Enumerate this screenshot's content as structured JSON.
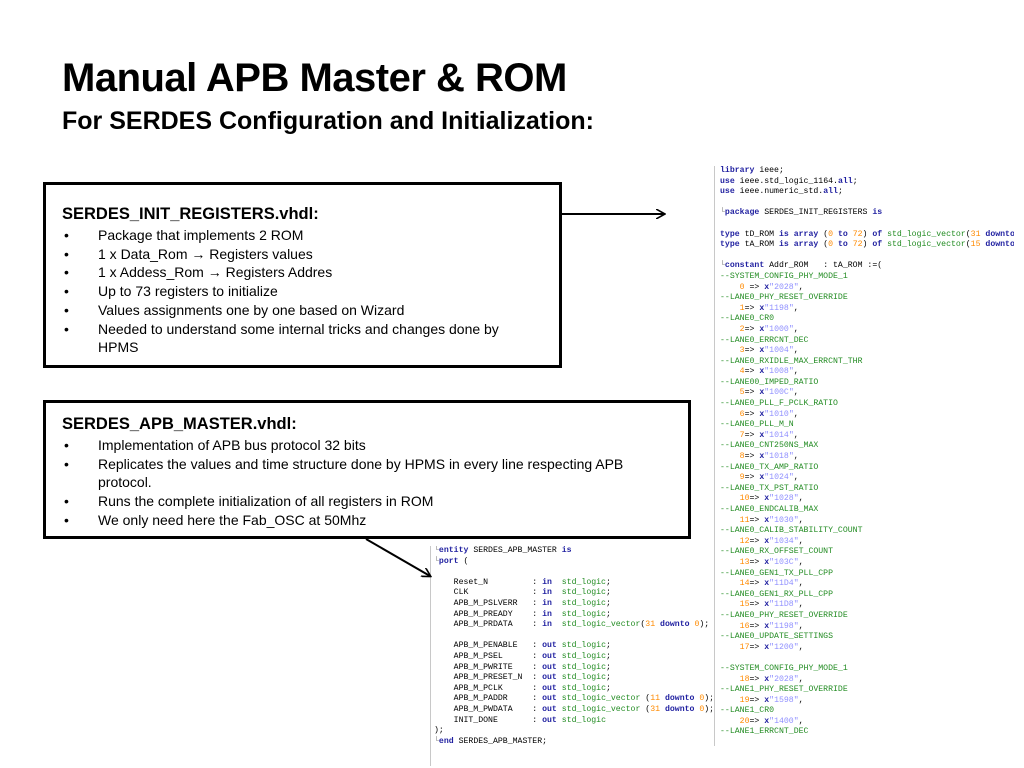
{
  "slide": {
    "title": "Manual APB Master & ROM",
    "subtitle": "For SERDES Configuration and Initialization:"
  },
  "box1": {
    "heading": "SERDES_INIT_REGISTERS.vhdl:",
    "bullets": [
      "Package that implements 2 ROM",
      "1 x Data_Rom → Registers values",
      "1 x Addess_Rom → Registers Addres",
      "Up to 73 registers to initialize",
      "Values assignments one by one based on Wizard",
      "Needed to understand some internal tricks and changes done by HPMS"
    ]
  },
  "box2": {
    "heading": "SERDES_APB_MASTER.vhdl:",
    "bullets": [
      "Implementation of APB bus protocol 32 bits",
      "Replicates the values and time structure done by HPMS in every line respecting APB protocol.",
      "Runs the complete initialization of all registers in ROM",
      "We only need here the Fab_OSC at 50Mhz"
    ]
  },
  "bullet_symbol": "•",
  "colors": {
    "keyword": "#1f1fa0",
    "comment": "#238c23",
    "number": "#ff8a00",
    "string": "#9090ff"
  },
  "rom_code": [
    [
      [
        "kw",
        "library"
      ],
      [
        "t",
        " ieee;"
      ]
    ],
    [
      [
        "kw",
        "use"
      ],
      [
        "t",
        " ieee.std_logic_1164."
      ],
      [
        "kw",
        "all"
      ],
      [
        "t",
        ";"
      ]
    ],
    [
      [
        "kw",
        "use"
      ],
      [
        "t",
        " ieee.numeric_std."
      ],
      [
        "kw",
        "all"
      ],
      [
        "t",
        ";"
      ]
    ],
    [],
    [
      [
        "fold",
        "└"
      ],
      [
        "kw",
        "package"
      ],
      [
        "t",
        " SERDES_INIT_REGISTERS "
      ],
      [
        "kw",
        "is"
      ]
    ],
    [],
    [
      [
        "kw",
        "type"
      ],
      [
        "t",
        " tD_ROM "
      ],
      [
        "kw",
        "is array"
      ],
      [
        "t",
        " ("
      ],
      [
        "num",
        "0"
      ],
      [
        "t",
        " "
      ],
      [
        "kw",
        "to"
      ],
      [
        "t",
        " "
      ],
      [
        "num",
        "72"
      ],
      [
        "t",
        ") "
      ],
      [
        "kw",
        "of"
      ],
      [
        "t",
        " "
      ],
      [
        "cm",
        "std_logic_vector"
      ],
      [
        "t",
        "("
      ],
      [
        "num",
        "31"
      ],
      [
        "t",
        " "
      ],
      [
        "kw",
        "downto"
      ],
      [
        "t",
        " "
      ],
      [
        "num",
        "0"
      ],
      [
        "t",
        ");"
      ]
    ],
    [
      [
        "kw",
        "type"
      ],
      [
        "t",
        " tA_ROM "
      ],
      [
        "kw",
        "is array"
      ],
      [
        "t",
        " ("
      ],
      [
        "num",
        "0"
      ],
      [
        "t",
        " "
      ],
      [
        "kw",
        "to"
      ],
      [
        "t",
        " "
      ],
      [
        "num",
        "72"
      ],
      [
        "t",
        ") "
      ],
      [
        "kw",
        "of"
      ],
      [
        "t",
        " "
      ],
      [
        "cm",
        "std_logic_vector"
      ],
      [
        "t",
        "("
      ],
      [
        "num",
        "15"
      ],
      [
        "t",
        " "
      ],
      [
        "kw",
        "downto"
      ],
      [
        "t",
        " "
      ],
      [
        "num",
        "0"
      ],
      [
        "t",
        ");"
      ]
    ],
    [],
    [
      [
        "fold",
        "└"
      ],
      [
        "kw",
        "constant"
      ],
      [
        "t",
        " Addr_ROM   : tA_ROM :=("
      ]
    ],
    [
      [
        "cm",
        "--SYSTEM_CONFIG_PHY_MODE_1"
      ]
    ],
    [
      [
        "t",
        "    "
      ],
      [
        "num",
        "0"
      ],
      [
        "t",
        " => "
      ],
      [
        "kw",
        "x"
      ],
      [
        "str",
        "\"2028\""
      ],
      [
        "t",
        ","
      ]
    ],
    [
      [
        "cm",
        "--LANE0_PHY_RESET_OVERRIDE"
      ]
    ],
    [
      [
        "t",
        "    "
      ],
      [
        "num",
        "1"
      ],
      [
        "t",
        "=> "
      ],
      [
        "kw",
        "x"
      ],
      [
        "str",
        "\"1198\""
      ],
      [
        "t",
        ","
      ]
    ],
    [
      [
        "cm",
        "--LANE0_CR0"
      ]
    ],
    [
      [
        "t",
        "    "
      ],
      [
        "num",
        "2"
      ],
      [
        "t",
        "=> "
      ],
      [
        "kw",
        "x"
      ],
      [
        "str",
        "\"1000\""
      ],
      [
        "t",
        ","
      ]
    ],
    [
      [
        "cm",
        "--LANE0_ERRCNT_DEC"
      ]
    ],
    [
      [
        "t",
        "    "
      ],
      [
        "num",
        "3"
      ],
      [
        "t",
        "=> "
      ],
      [
        "kw",
        "x"
      ],
      [
        "str",
        "\"1004\""
      ],
      [
        "t",
        ","
      ]
    ],
    [
      [
        "cm",
        "--LANE0_RXIDLE_MAX_ERRCNT_THR"
      ]
    ],
    [
      [
        "t",
        "    "
      ],
      [
        "num",
        "4"
      ],
      [
        "t",
        "=> "
      ],
      [
        "kw",
        "x"
      ],
      [
        "str",
        "\"1008\""
      ],
      [
        "t",
        ","
      ]
    ],
    [
      [
        "cm",
        "--LANE00_IMPED_RATIO"
      ]
    ],
    [
      [
        "t",
        "    "
      ],
      [
        "num",
        "5"
      ],
      [
        "t",
        "=> "
      ],
      [
        "kw",
        "x"
      ],
      [
        "str",
        "\"100C\""
      ],
      [
        "t",
        ","
      ]
    ],
    [
      [
        "cm",
        "--LANE0_PLL_F_PCLK_RATIO"
      ]
    ],
    [
      [
        "t",
        "    "
      ],
      [
        "num",
        "6"
      ],
      [
        "t",
        "=> "
      ],
      [
        "kw",
        "x"
      ],
      [
        "str",
        "\"1010\""
      ],
      [
        "t",
        ","
      ]
    ],
    [
      [
        "cm",
        "--LANE0_PLL_M_N"
      ]
    ],
    [
      [
        "t",
        "    "
      ],
      [
        "num",
        "7"
      ],
      [
        "t",
        "=> "
      ],
      [
        "kw",
        "x"
      ],
      [
        "str",
        "\"1014\""
      ],
      [
        "t",
        ","
      ]
    ],
    [
      [
        "cm",
        "--LANE0_CNT250NS_MAX"
      ]
    ],
    [
      [
        "t",
        "    "
      ],
      [
        "num",
        "8"
      ],
      [
        "t",
        "=> "
      ],
      [
        "kw",
        "x"
      ],
      [
        "str",
        "\"1018\""
      ],
      [
        "t",
        ","
      ]
    ],
    [
      [
        "cm",
        "--LANE0_TX_AMP_RATIO"
      ]
    ],
    [
      [
        "t",
        "    "
      ],
      [
        "num",
        "9"
      ],
      [
        "t",
        "=> "
      ],
      [
        "kw",
        "x"
      ],
      [
        "str",
        "\"1024\""
      ],
      [
        "t",
        ","
      ]
    ],
    [
      [
        "cm",
        "--LANE0_TX_PST_RATIO"
      ]
    ],
    [
      [
        "t",
        "    "
      ],
      [
        "num",
        "10"
      ],
      [
        "t",
        "=> "
      ],
      [
        "kw",
        "x"
      ],
      [
        "str",
        "\"1028\""
      ],
      [
        "t",
        ","
      ]
    ],
    [
      [
        "cm",
        "--LANE0_ENDCALIB_MAX"
      ]
    ],
    [
      [
        "t",
        "    "
      ],
      [
        "num",
        "11"
      ],
      [
        "t",
        "=> "
      ],
      [
        "kw",
        "x"
      ],
      [
        "str",
        "\"1030\""
      ],
      [
        "t",
        ","
      ]
    ],
    [
      [
        "cm",
        "--LANE0_CALIB_STABILITY_COUNT"
      ]
    ],
    [
      [
        "t",
        "    "
      ],
      [
        "num",
        "12"
      ],
      [
        "t",
        "=> "
      ],
      [
        "kw",
        "x"
      ],
      [
        "str",
        "\"1034\""
      ],
      [
        "t",
        ","
      ]
    ],
    [
      [
        "cm",
        "--LANE0_RX_OFFSET_COUNT"
      ]
    ],
    [
      [
        "t",
        "    "
      ],
      [
        "num",
        "13"
      ],
      [
        "t",
        "=> "
      ],
      [
        "kw",
        "x"
      ],
      [
        "str",
        "\"103C\""
      ],
      [
        "t",
        ","
      ]
    ],
    [
      [
        "cm",
        "--LANE0_GEN1_TX_PLL_CPP"
      ]
    ],
    [
      [
        "t",
        "    "
      ],
      [
        "num",
        "14"
      ],
      [
        "t",
        "=> "
      ],
      [
        "kw",
        "x"
      ],
      [
        "str",
        "\"11D4\""
      ],
      [
        "t",
        ","
      ]
    ],
    [
      [
        "cm",
        "--LANE0_GEN1_RX_PLL_CPP"
      ]
    ],
    [
      [
        "t",
        "    "
      ],
      [
        "num",
        "15"
      ],
      [
        "t",
        "=> "
      ],
      [
        "kw",
        "x"
      ],
      [
        "str",
        "\"11D8\""
      ],
      [
        "t",
        ","
      ]
    ],
    [
      [
        "cm",
        "--LANE0_PHY_RESET_OVERRIDE"
      ]
    ],
    [
      [
        "t",
        "    "
      ],
      [
        "num",
        "16"
      ],
      [
        "t",
        "=> "
      ],
      [
        "kw",
        "x"
      ],
      [
        "str",
        "\"1198\""
      ],
      [
        "t",
        ","
      ]
    ],
    [
      [
        "cm",
        "--LANE0_UPDATE_SETTINGS"
      ]
    ],
    [
      [
        "t",
        "    "
      ],
      [
        "num",
        "17"
      ],
      [
        "t",
        "=> "
      ],
      [
        "kw",
        "x"
      ],
      [
        "str",
        "\"1200\""
      ],
      [
        "t",
        ","
      ]
    ],
    [],
    [
      [
        "cm",
        "--SYSTEM_CONFIG_PHY_MODE_1"
      ]
    ],
    [
      [
        "t",
        "    "
      ],
      [
        "num",
        "18"
      ],
      [
        "t",
        "=> "
      ],
      [
        "kw",
        "x"
      ],
      [
        "str",
        "\"2028\""
      ],
      [
        "t",
        ","
      ]
    ],
    [
      [
        "cm",
        "--LANE1_PHY_RESET_OVERRIDE"
      ]
    ],
    [
      [
        "t",
        "    "
      ],
      [
        "num",
        "19"
      ],
      [
        "t",
        "=> "
      ],
      [
        "kw",
        "x"
      ],
      [
        "str",
        "\"1598\""
      ],
      [
        "t",
        ","
      ]
    ],
    [
      [
        "cm",
        "--LANE1_CR0"
      ]
    ],
    [
      [
        "t",
        "    "
      ],
      [
        "num",
        "20"
      ],
      [
        "t",
        "=> "
      ],
      [
        "kw",
        "x"
      ],
      [
        "str",
        "\"1400\""
      ],
      [
        "t",
        ","
      ]
    ],
    [
      [
        "cm",
        "--LANE1_ERRCNT_DEC"
      ]
    ]
  ],
  "apb_code": [
    [
      [
        "fold",
        "└"
      ],
      [
        "kw",
        "entity"
      ],
      [
        "t",
        " SERDES_APB_MASTER "
      ],
      [
        "kw",
        "is"
      ]
    ],
    [
      [
        "fold",
        "└"
      ],
      [
        "kw",
        "port"
      ],
      [
        "t",
        " ("
      ]
    ],
    [],
    [
      [
        "t",
        "    Reset_N         : "
      ],
      [
        "kw",
        "in"
      ],
      [
        "t",
        "  "
      ],
      [
        "cm",
        "std_logic"
      ],
      [
        "t",
        ";"
      ]
    ],
    [
      [
        "t",
        "    CLK             : "
      ],
      [
        "kw",
        "in"
      ],
      [
        "t",
        "  "
      ],
      [
        "cm",
        "std_logic"
      ],
      [
        "t",
        ";"
      ]
    ],
    [
      [
        "t",
        "    APB_M_PSLVERR   : "
      ],
      [
        "kw",
        "in"
      ],
      [
        "t",
        "  "
      ],
      [
        "cm",
        "std_logic"
      ],
      [
        "t",
        ";"
      ]
    ],
    [
      [
        "t",
        "    APB_M_PREADY    : "
      ],
      [
        "kw",
        "in"
      ],
      [
        "t",
        "  "
      ],
      [
        "cm",
        "std_logic"
      ],
      [
        "t",
        ";"
      ]
    ],
    [
      [
        "t",
        "    APB_M_PRDATA    : "
      ],
      [
        "kw",
        "in"
      ],
      [
        "t",
        "  "
      ],
      [
        "cm",
        "std_logic_vector"
      ],
      [
        "t",
        "("
      ],
      [
        "num",
        "31"
      ],
      [
        "t",
        " "
      ],
      [
        "kw",
        "downto"
      ],
      [
        "t",
        " "
      ],
      [
        "num",
        "0"
      ],
      [
        "t",
        ");"
      ]
    ],
    [],
    [
      [
        "t",
        "    APB_M_PENABLE   : "
      ],
      [
        "kw",
        "out"
      ],
      [
        "t",
        " "
      ],
      [
        "cm",
        "std_logic"
      ],
      [
        "t",
        ";"
      ]
    ],
    [
      [
        "t",
        "    APB_M_PSEL      : "
      ],
      [
        "kw",
        "out"
      ],
      [
        "t",
        " "
      ],
      [
        "cm",
        "std_logic"
      ],
      [
        "t",
        ";"
      ]
    ],
    [
      [
        "t",
        "    APB_M_PWRITE    : "
      ],
      [
        "kw",
        "out"
      ],
      [
        "t",
        " "
      ],
      [
        "cm",
        "std_logic"
      ],
      [
        "t",
        ";"
      ]
    ],
    [
      [
        "t",
        "    APB_M_PRESET_N  : "
      ],
      [
        "kw",
        "out"
      ],
      [
        "t",
        " "
      ],
      [
        "cm",
        "std_logic"
      ],
      [
        "t",
        ";"
      ]
    ],
    [
      [
        "t",
        "    APB_M_PCLK      : "
      ],
      [
        "kw",
        "out"
      ],
      [
        "t",
        " "
      ],
      [
        "cm",
        "std_logic"
      ],
      [
        "t",
        ";"
      ]
    ],
    [
      [
        "t",
        "    APB_M_PADDR     : "
      ],
      [
        "kw",
        "out"
      ],
      [
        "t",
        " "
      ],
      [
        "cm",
        "std_logic_vector"
      ],
      [
        "t",
        " ("
      ],
      [
        "num",
        "11"
      ],
      [
        "t",
        " "
      ],
      [
        "kw",
        "downto"
      ],
      [
        "t",
        " "
      ],
      [
        "num",
        "0"
      ],
      [
        "t",
        ");"
      ]
    ],
    [
      [
        "t",
        "    APB_M_PWDATA    : "
      ],
      [
        "kw",
        "out"
      ],
      [
        "t",
        " "
      ],
      [
        "cm",
        "std_logic_vector"
      ],
      [
        "t",
        " ("
      ],
      [
        "num",
        "31"
      ],
      [
        "t",
        " "
      ],
      [
        "kw",
        "downto"
      ],
      [
        "t",
        " "
      ],
      [
        "num",
        "0"
      ],
      [
        "t",
        ");"
      ]
    ],
    [
      [
        "t",
        "    INIT_DONE       : "
      ],
      [
        "kw",
        "out"
      ],
      [
        "t",
        " "
      ],
      [
        "cm",
        "std_logic"
      ]
    ],
    [
      [
        "t",
        ");"
      ]
    ],
    [
      [
        "fold",
        "└"
      ],
      [
        "kw",
        "end"
      ],
      [
        "t",
        " SERDES_APB_MASTER;"
      ]
    ]
  ]
}
